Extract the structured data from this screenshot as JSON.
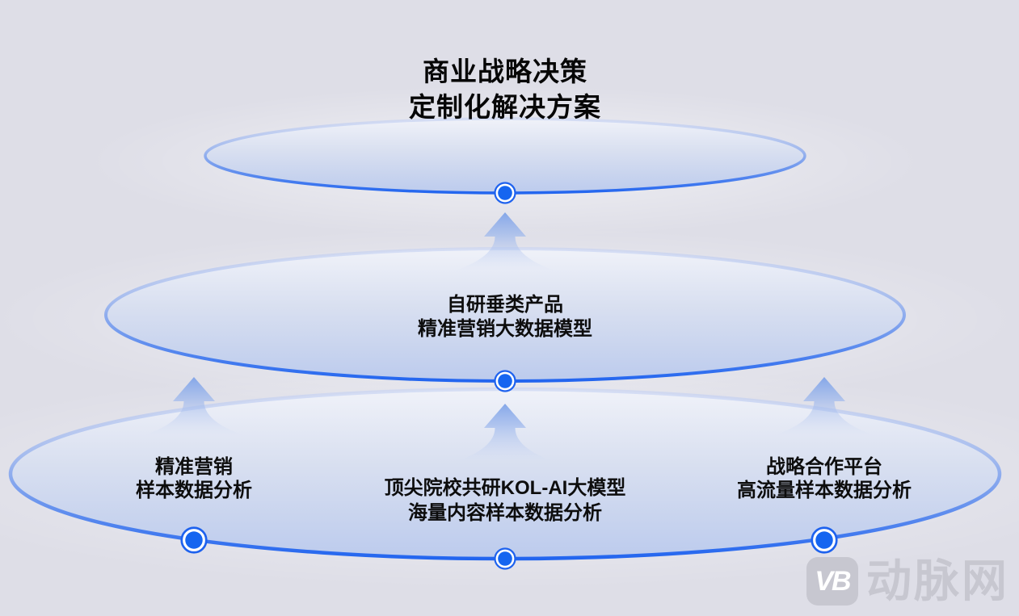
{
  "title": {
    "line1": "商业战略决策",
    "line2": "定制化解决方案"
  },
  "tier_middle": {
    "line1": "自研垂类产品",
    "line2": "精准营销大数据模型"
  },
  "tier_bottom": {
    "left": {
      "line1": "精准营销",
      "line2": "样本数据分析"
    },
    "center": {
      "line1": "顶尖院校共研KOL-AI大模型",
      "line2": "海量内容样本数据分析"
    },
    "right": {
      "line1": "战略合作平台",
      "line2": "高流量样本数据分析"
    }
  },
  "watermark": {
    "logo": "VB",
    "brand": "动脉网"
  },
  "colors": {
    "background": "#dedee7",
    "accent_blue": "#2265ef",
    "dot_blue": "#1565f0",
    "arrow_blue": "#8fadea",
    "ellipse_fill_bottom": "#bccbed",
    "watermark_gray": "#c7c7d0",
    "title_text": "#060606"
  }
}
